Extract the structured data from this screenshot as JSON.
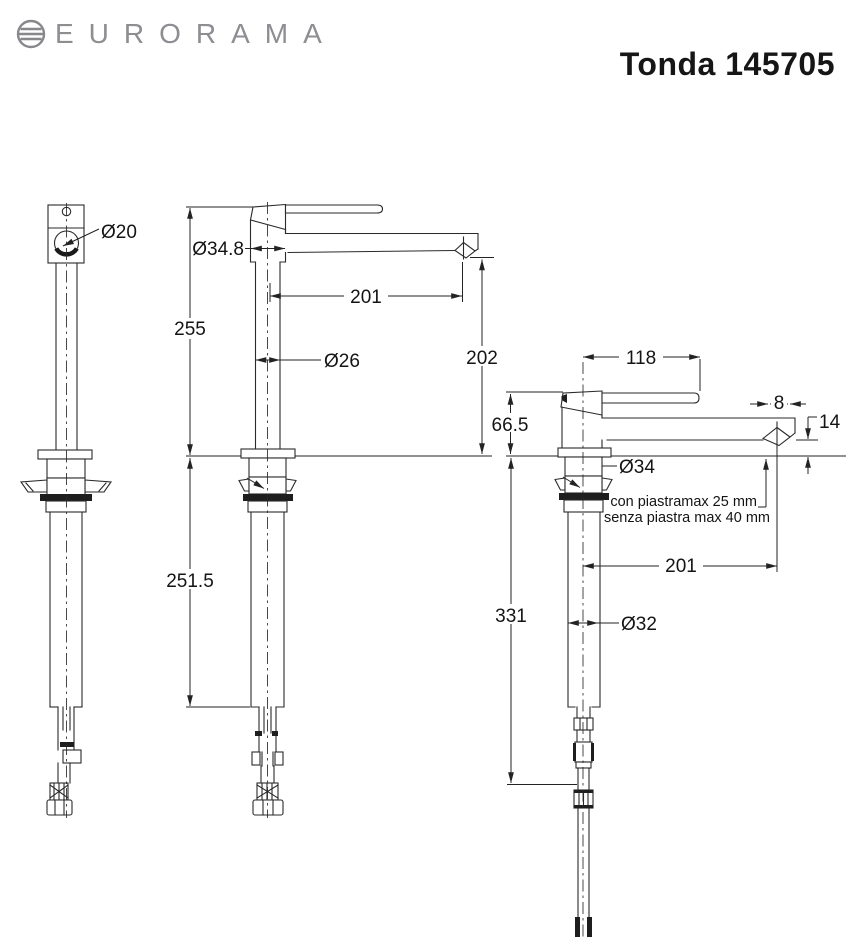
{
  "header": {
    "brand": "EURORAMA",
    "title": "Tonda 145705"
  },
  "dims": {
    "front_handle_d": "Ø20",
    "side_body_d": "Ø34.8",
    "side_height": "255",
    "side_reach": "201",
    "side_column_d": "Ø26",
    "side_spout_h": "202",
    "side_under": "251.5",
    "low_lever": "118",
    "low_tip_offset": "8",
    "low_tip_gap": "14",
    "low_spout_h": "66.5",
    "low_base_d": "Ø34",
    "low_reach": "201",
    "low_under": "331",
    "low_shank_d": "Ø32"
  },
  "notes": {
    "with_plate": "con piastramax 25 mm",
    "without_plate": "senza piastra max 40 mm"
  }
}
